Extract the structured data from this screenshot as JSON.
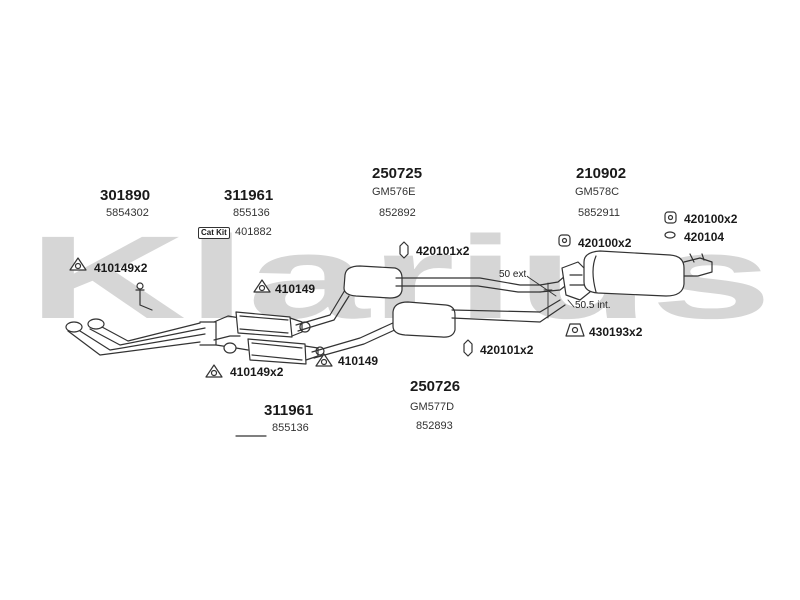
{
  "watermark": {
    "text": "Klarius",
    "color": "#d6d6d6"
  },
  "stroke_color": "#333333",
  "parts": {
    "p301890": {
      "code": "301890",
      "ref": "5854302"
    },
    "p311961_top": {
      "code": "311961",
      "ref": "855136"
    },
    "p250725": {
      "code": "250725",
      "ref": "GM576E",
      "ref2": "852892"
    },
    "p210902": {
      "code": "210902",
      "ref": "GM578C",
      "ref2": "5852911"
    },
    "p250726": {
      "code": "250726",
      "ref": "GM577D",
      "ref2": "852893"
    },
    "p311961_bot": {
      "code": "311961",
      "ref": "855136"
    }
  },
  "catkit": {
    "label": "Cat Kit",
    "ref": "401882"
  },
  "fittings": {
    "f410149x2_left": "410149x2",
    "f410149_mid": "410149",
    "f410149x2_bot": "410149x2",
    "f410149_bot": "410149",
    "f420101x2_top": "420101x2",
    "f420101x2_bot": "420101x2",
    "f420100x2_mid": "420100x2",
    "f420100x2_right": "420100x2",
    "f420104": "420104",
    "f430193x2": "430193x2"
  },
  "notes": {
    "ext": "50 ext.",
    "int": "50.5 int."
  }
}
